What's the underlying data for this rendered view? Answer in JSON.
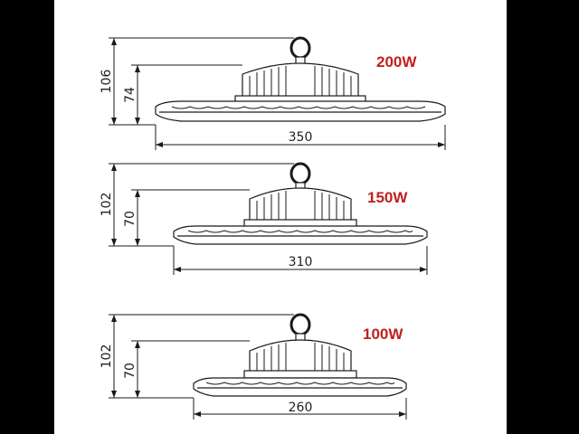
{
  "colors": {
    "background": "#000000",
    "canvas": "#ffffff",
    "line": "#1a1a1a",
    "label_red": "#c0201e"
  },
  "diagrams": [
    {
      "power": "200W",
      "total_height": "106",
      "body_height": "74",
      "diameter": "350"
    },
    {
      "power": "150W",
      "total_height": "102",
      "body_height": "70",
      "diameter": "310"
    },
    {
      "power": "100W",
      "total_height": "102",
      "body_height": "70",
      "diameter": "260"
    }
  ]
}
